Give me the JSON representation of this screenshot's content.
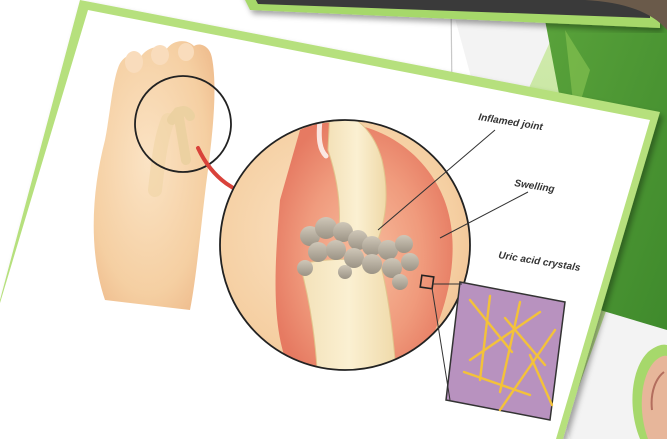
{
  "slide": {
    "background_color": "#ffffff",
    "accent_colors": {
      "green_dark": "#3f8a2c",
      "green_mid": "#5aa33b",
      "green_light": "#8cc63f",
      "green_pale": "#b8e08a",
      "card_border": "#a6d86b"
    }
  },
  "diagram": {
    "labels": {
      "inflamed_joint": "Inflamed joint",
      "swelling": "Swelling",
      "uric_acid_crystals": "Uric acid crystals"
    },
    "icons": {
      "arrow": "curved-arrow-icon",
      "magnifier": "magnifier-circle-icon"
    }
  }
}
